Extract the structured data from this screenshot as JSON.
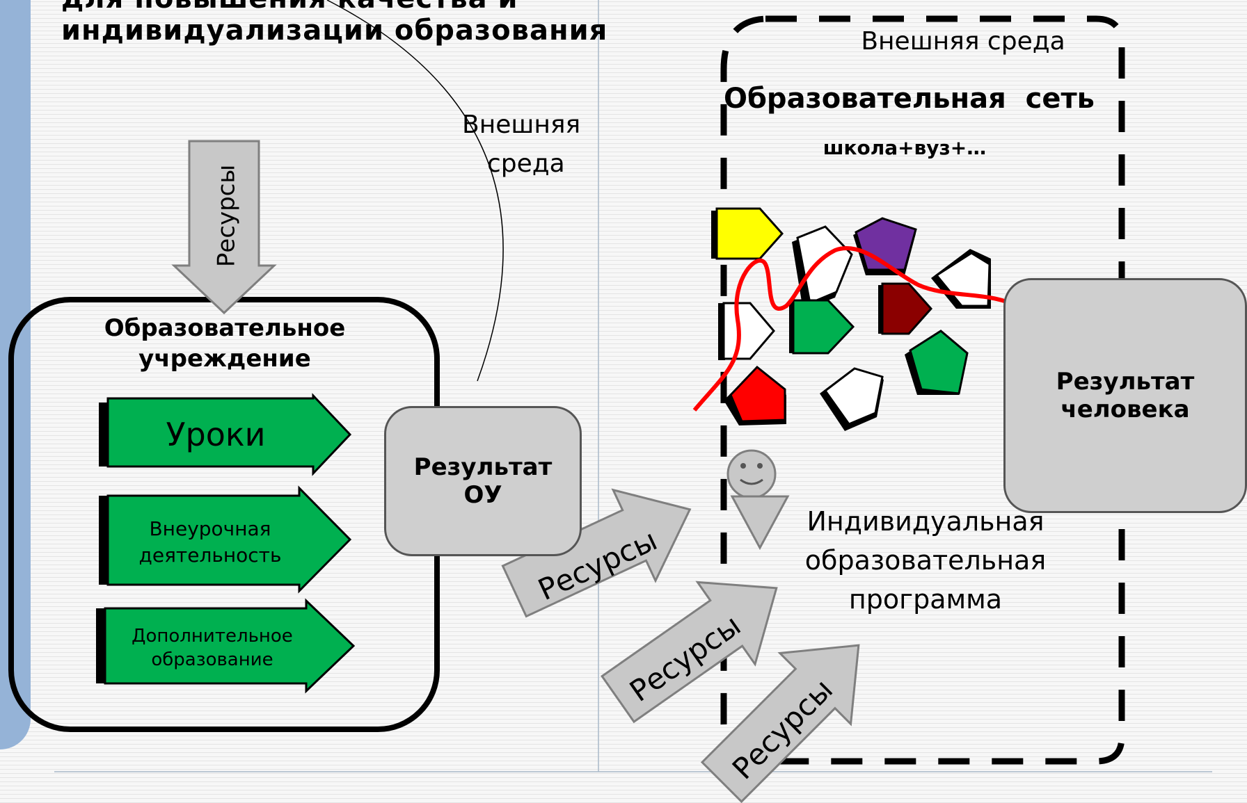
{
  "title_line1": "для повышения качества и",
  "title_line2": "индивидуализации образования",
  "left": {
    "outer_env_label_line1": "Внешняя",
    "outer_env_label_line2": "среда",
    "resources_label": "Ресурсы",
    "institution_title_line1": "Образовательное",
    "institution_title_line2": "учреждение",
    "arrows": [
      {
        "label": "Уроки"
      },
      {
        "label_line1": "Внеурочная",
        "label_line2": "деятельность"
      },
      {
        "label_line1": "Дополнительное",
        "label_line2": "образование"
      }
    ],
    "result_line1": "Результат",
    "result_line2": "ОУ"
  },
  "right": {
    "outer_env_label": "Внешняя среда",
    "network_title": "Образовательная  сеть",
    "network_subtitle": "школа+вуз+…",
    "result_line1": "Результат",
    "result_line2": "человека",
    "program_line1": "Индивидуальная",
    "program_line2": "образовательная",
    "program_line3": "программа",
    "resources_labels": [
      "Ресурсы",
      "Ресурсы",
      "Ресурсы"
    ]
  },
  "colors": {
    "green_arrow": "#00b050",
    "yellow": "#ffff00",
    "purple": "#7030a0",
    "dark_red": "#8b0000",
    "red": "#ff0000",
    "red_curve": "#ff0000",
    "gray_fill": "#cfcfcf",
    "sidebar_blue": "#95b3d7"
  }
}
